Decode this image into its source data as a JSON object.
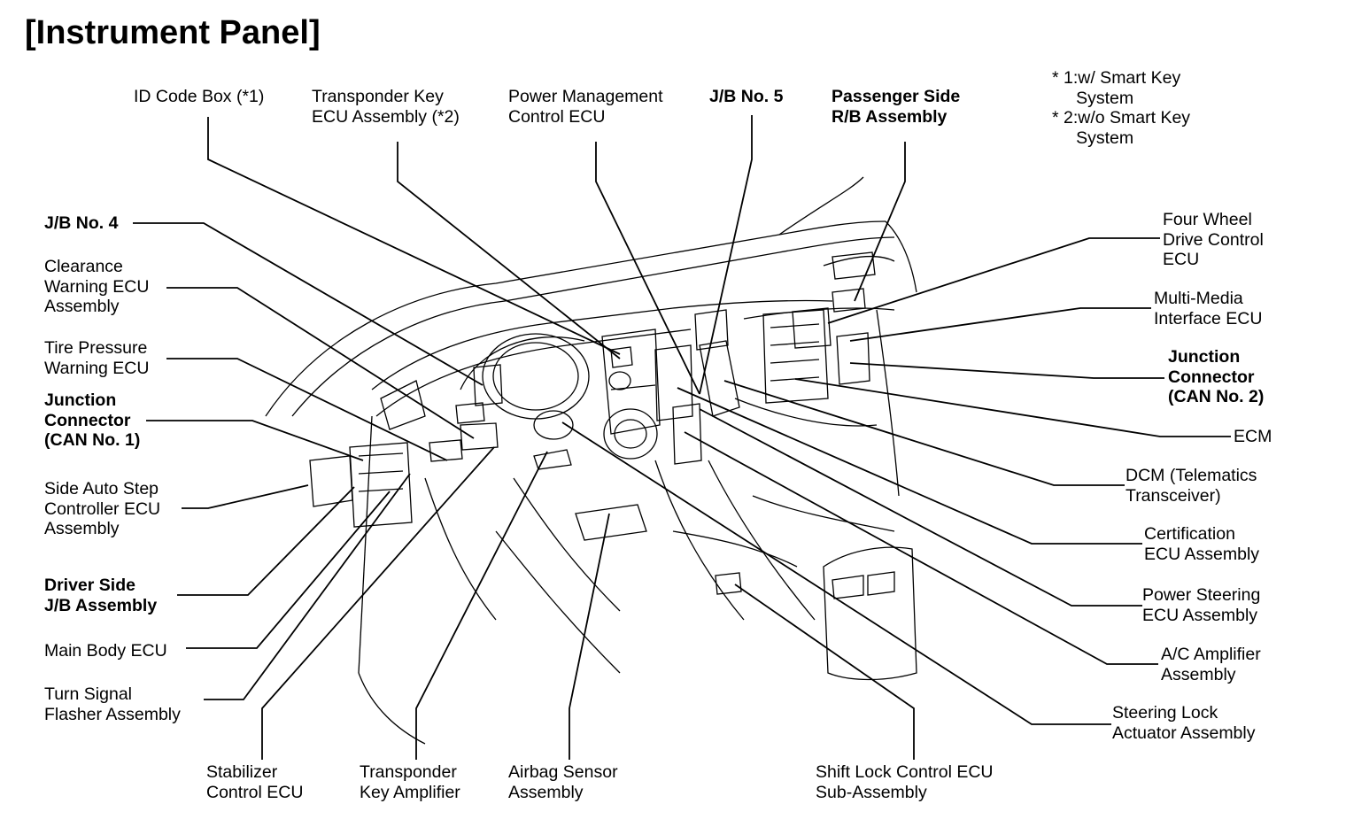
{
  "title": "[Instrument Panel]",
  "notes": [
    "* 1:w/ Smart Key\n     System",
    "* 2:w/o Smart Key\n     System"
  ],
  "labels": {
    "id_code_box": "ID Code Box (*1)",
    "transponder_key_ecu": "Transponder Key\nECU Assembly (*2)",
    "power_management": "Power Management\nControl ECU",
    "jb_no5": "J/B No. 5",
    "passenger_rb": "Passenger Side\nR/B Assembly",
    "jb_no4": "J/B No. 4",
    "clearance_warning": "Clearance\nWarning ECU\nAssembly",
    "tire_pressure": "Tire Pressure\nWarning ECU",
    "junction_can1": "Junction\nConnector\n(CAN No. 1)",
    "side_auto_step": "Side Auto Step\nController ECU\nAssembly",
    "driver_jb": "Driver Side\nJ/B Assembly",
    "main_body": "Main Body ECU",
    "turn_signal": "Turn Signal\nFlasher Assembly",
    "stabilizer": "Stabilizer\nControl ECU",
    "transponder_amp": "Transponder\nKey Amplifier",
    "airbag": "Airbag Sensor\nAssembly",
    "shift_lock": "Shift Lock Control ECU\nSub-Assembly",
    "four_wheel": "Four Wheel\nDrive Control\nECU",
    "multi_media": "Multi-Media\nInterface ECU",
    "junction_can2": "Junction\nConnector\n(CAN No. 2)",
    "ecm": "ECM",
    "dcm": "DCM (Telematics\nTransceiver)",
    "certification": "Certification\nECU Assembly",
    "power_steering": "Power Steering\nECU Assembly",
    "ac_amplifier": "A/C Amplifier\nAssembly",
    "steering_lock": "Steering Lock\nActuator Assembly"
  }
}
